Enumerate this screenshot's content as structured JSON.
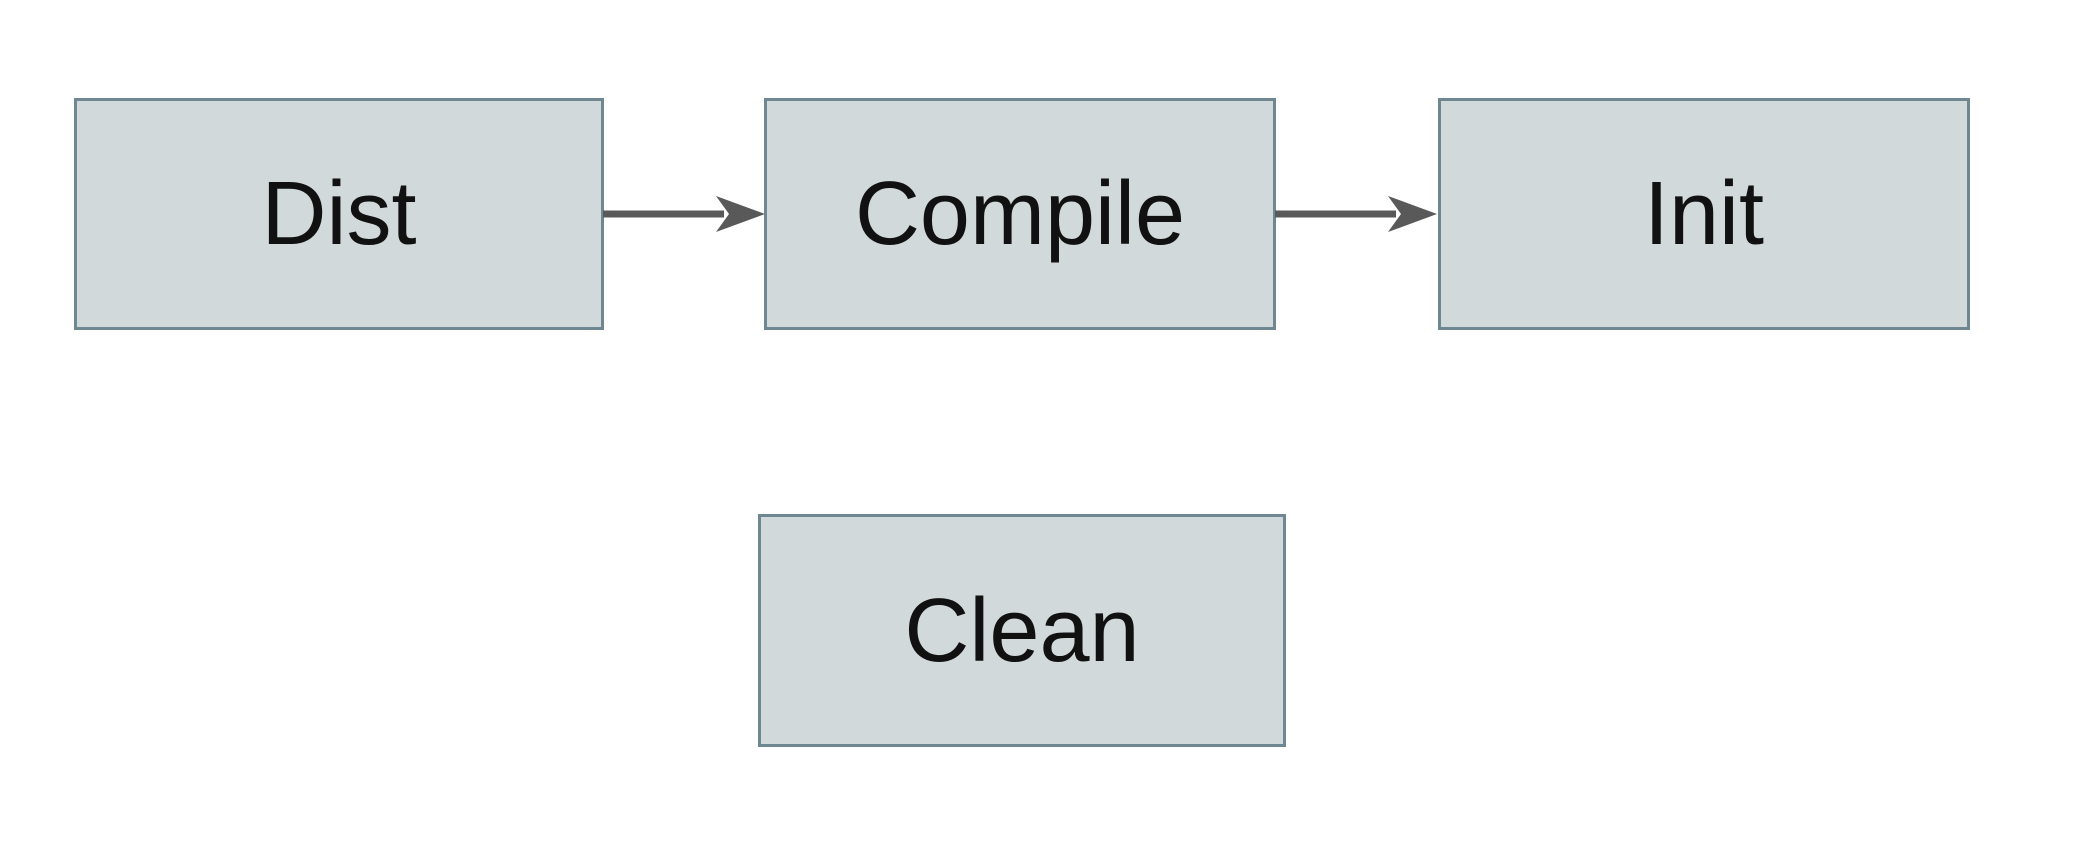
{
  "diagram": {
    "title": "build-pipeline-flowchart",
    "nodes": [
      {
        "id": "dist",
        "label": "Dist"
      },
      {
        "id": "compile",
        "label": "Compile"
      },
      {
        "id": "init",
        "label": "Init"
      },
      {
        "id": "clean",
        "label": "Clean"
      }
    ],
    "edges": [
      {
        "from": "dist",
        "to": "compile",
        "direction": "right"
      },
      {
        "from": "compile",
        "to": "init",
        "direction": "right"
      }
    ],
    "colors": {
      "node_fill": "#d2d9db",
      "node_border": "#6f8791",
      "arrow": "#595959",
      "text": "#111111",
      "background": "#ffffff"
    }
  }
}
